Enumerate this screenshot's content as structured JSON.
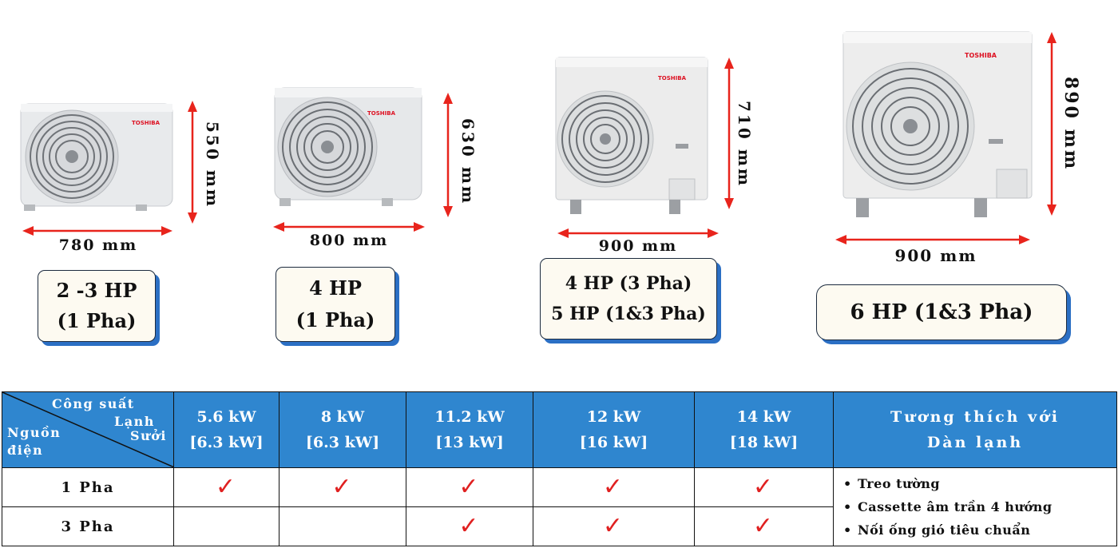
{
  "brand": "TOSHIBA",
  "units": [
    {
      "height_label": "550 mm",
      "width_label": "780 mm",
      "model_lines": [
        "2 -3 HP",
        "(1 Pha)"
      ]
    },
    {
      "height_label": "630 mm",
      "width_label": "800 mm",
      "model_lines": [
        "4 HP",
        "(1 Pha)"
      ]
    },
    {
      "height_label": "710 mm",
      "width_label": "900 mm",
      "model_lines": [
        "4 HP (3 Pha)",
        "5 HP (1&3 Pha)"
      ]
    },
    {
      "height_label": "890 mm",
      "width_label": "900 mm",
      "model_lines": [
        "6 HP (1&3 Pha)"
      ]
    }
  ],
  "table": {
    "corner": {
      "top": "Công suất",
      "cool": "Lạnh",
      "heat": "Sưởi",
      "left_1": "Nguồn",
      "left_2": "điện"
    },
    "capacities": [
      {
        "cool": "5.6 kW",
        "heat": "[6.3 kW]"
      },
      {
        "cool": "8 kW",
        "heat": "[6.3 kW]"
      },
      {
        "cool": "11.2 kW",
        "heat": "[13 kW]"
      },
      {
        "cool": "12 kW",
        "heat": "[16 kW]"
      },
      {
        "cool": "14 kW",
        "heat": "[18 kW]"
      }
    ],
    "compat_header": [
      "Tương thích với",
      "Dàn lạnh"
    ],
    "rows": [
      {
        "label": "1 Pha",
        "checks": [
          true,
          true,
          true,
          true,
          true
        ]
      },
      {
        "label": "3 Pha",
        "checks": [
          false,
          false,
          true,
          true,
          true
        ]
      }
    ],
    "compat_items": [
      "Treo tường",
      "Cassette âm trần 4 hướng",
      "Nối ống gió tiêu chuẩn"
    ],
    "check_glyph": "✓"
  },
  "colors": {
    "arrow": "#e8241c",
    "header_bg": "#2f86cf",
    "box_shadow": "#2b6fc4",
    "check": "#e02020"
  }
}
